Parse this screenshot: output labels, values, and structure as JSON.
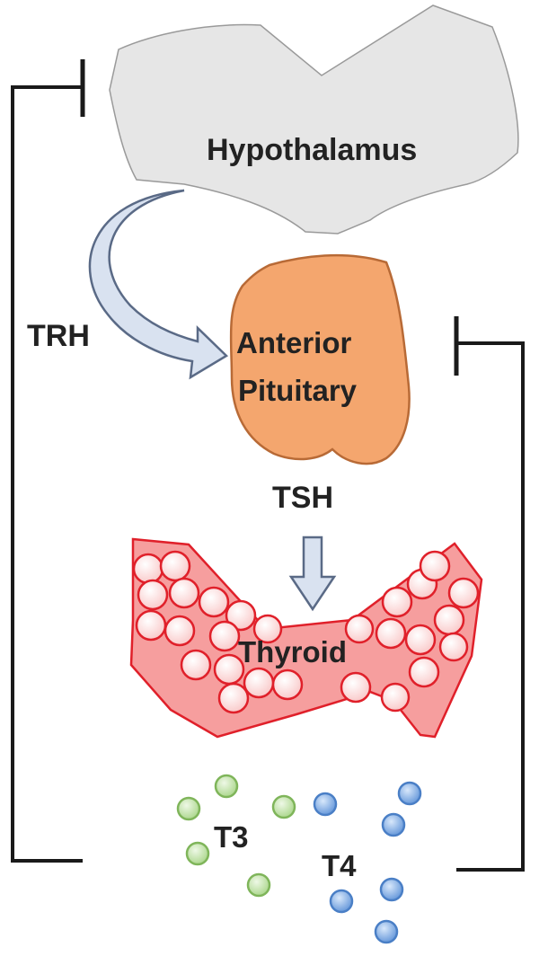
{
  "labels": {
    "hypothalamus": "Hypothalamus",
    "trh": "TRH",
    "anterior_line1": "Anterior",
    "anterior_line2": "Pituitary",
    "tsh": "TSH",
    "thyroid": "Thyroid",
    "t3": "T3",
    "t4": "T4"
  },
  "colors": {
    "hypothalamus_fill": "#e6e6e6",
    "pituitary_fill": "#f4a66e",
    "pituitary_stroke": "#b86a36",
    "thyroid_fill": "#f27878",
    "thyroid_stroke": "#e0202a",
    "follicle_fill": "#fde2e2",
    "t3_fill": "#c8e6b0",
    "t3_stroke": "#7fb55a",
    "t4_fill": "#8fb8ea",
    "t4_stroke": "#4a7fc6",
    "arrow_fill": "#d9e2f0",
    "arrow_stroke": "#5a6a86",
    "feedback_line": "#1a1a1a"
  },
  "icons": {
    "trh_arrow": "curved-arrow",
    "tsh_arrow": "down-arrow",
    "feedback": "inhibition-bar"
  }
}
